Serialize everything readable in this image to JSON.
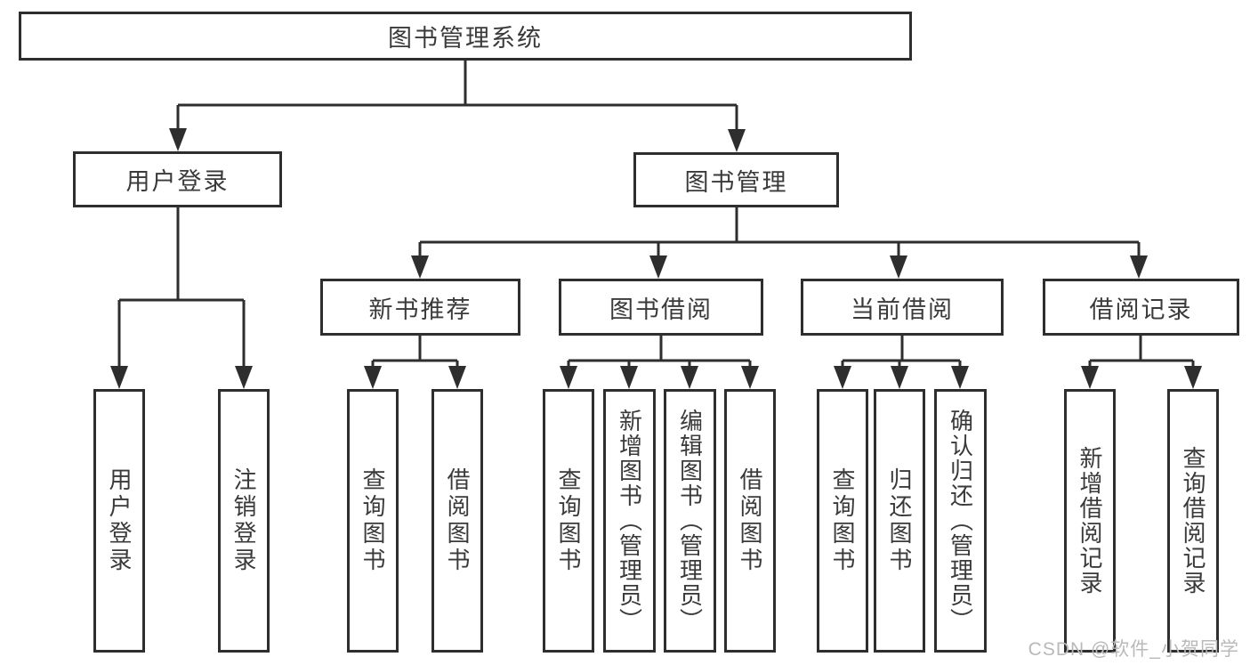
{
  "diagram": {
    "type": "tree",
    "colors": {
      "line": "#2e2e2e",
      "box_border": "#2e2e2e",
      "text": "#3a3a3a",
      "background": "#ffffff",
      "watermark": "#b9b9b9"
    },
    "tree": {
      "root": {
        "label": "图书管理系统",
        "children": [
          {
            "label": "用户登录",
            "children": [
              {
                "label": "用户登录"
              },
              {
                "label": "注销登录"
              }
            ]
          },
          {
            "label": "图书管理",
            "children": [
              {
                "label": "新书推荐",
                "children": [
                  {
                    "label": "查询图书"
                  },
                  {
                    "label": "借阅图书"
                  }
                ]
              },
              {
                "label": "图书借阅",
                "children": [
                  {
                    "label": "查询图书"
                  },
                  {
                    "label": "新增图书（管理员）"
                  },
                  {
                    "label": "编辑图书（管理员）"
                  },
                  {
                    "label": "借阅图书"
                  }
                ]
              },
              {
                "label": "当前借阅",
                "children": [
                  {
                    "label": "查询图书"
                  },
                  {
                    "label": "归还图书"
                  },
                  {
                    "label": "确认归还（管理员）"
                  }
                ]
              },
              {
                "label": "借阅记录",
                "children": [
                  {
                    "label": "新增借阅记录"
                  },
                  {
                    "label": "查询借阅记录"
                  }
                ]
              }
            ]
          }
        ]
      }
    }
  },
  "watermark": {
    "text": "CSDN @软件_小贺同学"
  }
}
